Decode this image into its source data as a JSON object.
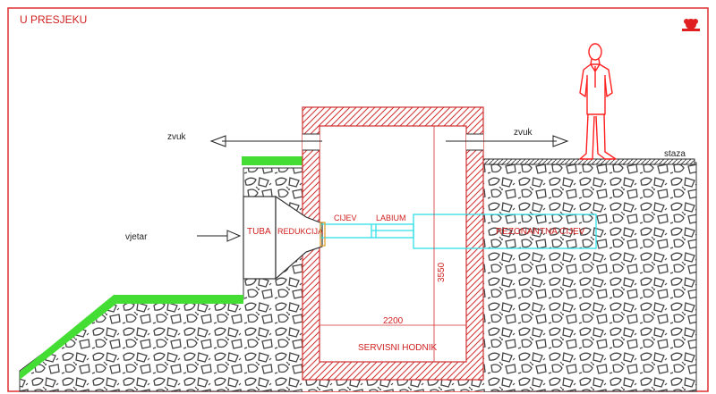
{
  "title": "U PRESJEKU",
  "labels": {
    "sound_left": "zvuk",
    "sound_right": "zvuk",
    "wind": "vjetar",
    "path": "staza",
    "tube": "TUBA",
    "reduction": "REDUKCIJA",
    "pipe": "CIJEV",
    "labium": "LABIUM",
    "resonant_pipe": "REZONANTNA CIJEV",
    "service_corridor": "SERVISNI HODNIK",
    "dim_height": "3550",
    "dim_width": "2200"
  },
  "colors": {
    "frame": "#e03030",
    "structure_text": "#d02020",
    "pipe": "#30e0e8",
    "grass": "#44dd33",
    "rock": "#444444",
    "ink": "#222222",
    "person": "#ff2020"
  },
  "icons": {
    "logo": "red-seal-logo",
    "person": "standing-person-icon"
  }
}
